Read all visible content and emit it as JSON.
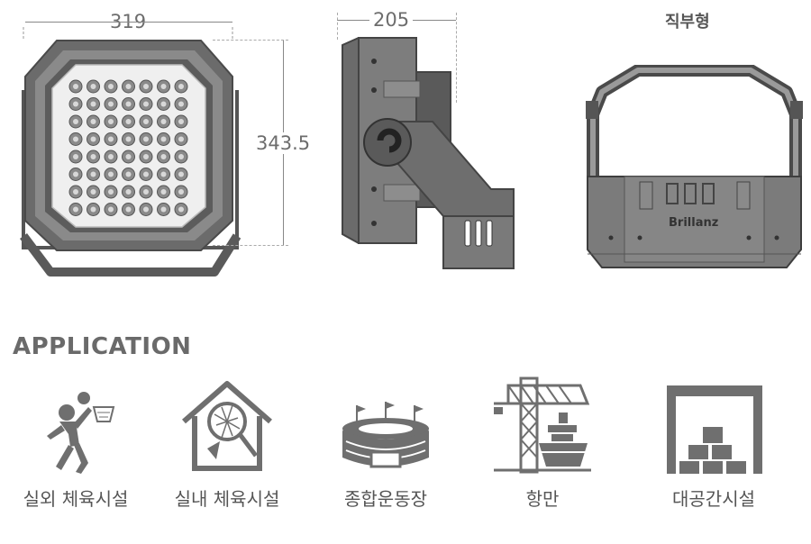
{
  "dimensions": {
    "width": "319",
    "height": "343.5",
    "depth": "205"
  },
  "mount_type": "직부형",
  "brand": "Brillanz",
  "section_title": "APPLICATION",
  "applications": [
    {
      "label": "실외 체육시설",
      "icon": "basketball-player-icon"
    },
    {
      "label": "실내 체육시설",
      "icon": "badminton-gym-icon"
    },
    {
      "label": "종합운동장",
      "icon": "stadium-icon"
    },
    {
      "label": "항만",
      "icon": "harbor-crane-ship-icon"
    },
    {
      "label": "대공간시설",
      "icon": "warehouse-icon"
    }
  ],
  "colors": {
    "product_gray": "#6b6b6b",
    "dark_gray": "#3e3e3e",
    "icon_gray": "#6f6f6f",
    "text_gray": "#555555"
  }
}
